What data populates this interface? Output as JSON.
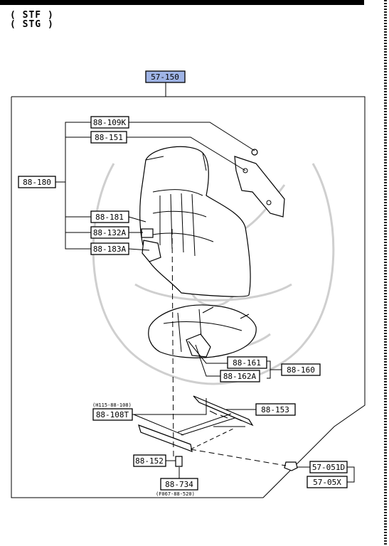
{
  "header": {
    "variants": [
      "( STF )",
      "( STG )"
    ]
  },
  "callouts": {
    "assembly": "57-150",
    "c109k": "88-109K",
    "c151": "88-151",
    "c180": "88-180",
    "c181": "88-181",
    "c132a": "88-132A",
    "c183a": "88-183A",
    "c161": "88-161",
    "c160": "88-160",
    "c162a": "88-162A",
    "c153": "88-153",
    "c108t": "88-108T",
    "c152": "88-152",
    "c734": "88-734",
    "c051d": "57-051D",
    "c05x": "57-05X"
  },
  "notes": {
    "note_108": "(H115-88-108)",
    "note_734": "(F067-88-520)"
  },
  "colors": {
    "highlight": "#9fb4e6",
    "line": "#000000"
  }
}
